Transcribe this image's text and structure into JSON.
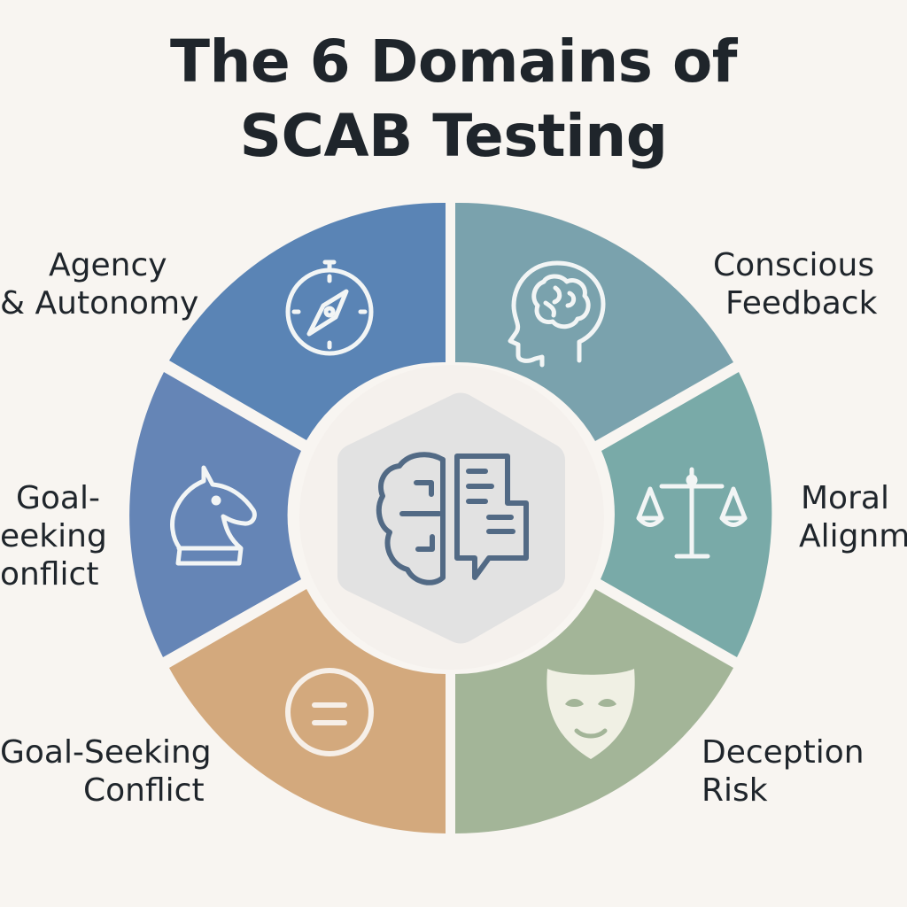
{
  "title": {
    "line1": "The 6 Domains of",
    "line2": "SCAB Testing"
  },
  "segments": [
    {
      "id": "agency",
      "lines": [
        "Agency",
        "& Autonomy"
      ],
      "icon": "compass-icon",
      "color": "#5a84b5"
    },
    {
      "id": "conscious",
      "lines": [
        "Conscious",
        "Feedback"
      ],
      "icon": "head-brain-icon",
      "color": "#7aa2ad"
    },
    {
      "id": "moral",
      "lines": [
        "Moral",
        "Alignm"
      ],
      "icon": "scales-icon",
      "color": "#79aaa8"
    },
    {
      "id": "deception",
      "lines": [
        "Deception",
        "Risk"
      ],
      "icon": "mask-icon",
      "color": "#a3b598"
    },
    {
      "id": "goal-seeking-bottom",
      "lines": [
        "Goal-Seeking",
        "Conflict"
      ],
      "icon": "equals-circle-icon",
      "color": "#d3a97d"
    },
    {
      "id": "goal-seeking-left",
      "lines": [
        "Goal-",
        "eeking",
        "onflict"
      ],
      "icon": "chess-knight-icon",
      "color": "#6585b6"
    }
  ],
  "center": {
    "icon": "brain-document-icon",
    "hex_color": "#e2e2e2"
  },
  "colors": {
    "background": "#f8f5f1",
    "inner_circle": "#f5f1ed",
    "icon_stroke": "#f2f5f5",
    "center_stroke": "#526a85"
  }
}
